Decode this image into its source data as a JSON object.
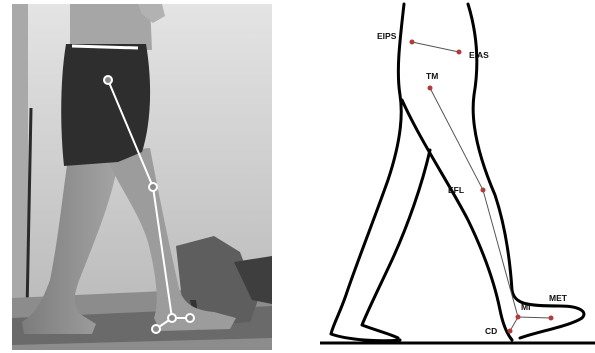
{
  "drawing": {
    "landmarks": {
      "eips": "EIPS",
      "eias": "EIAS",
      "tm": "TM",
      "efl": "EFL",
      "mi": "MI",
      "met": "MET",
      "cd": "CD"
    }
  },
  "colors": {
    "landmark_marker": "#b23a3a",
    "outline": "#000000",
    "segment_line": "#555555",
    "photo_marker": "#ffffff"
  }
}
